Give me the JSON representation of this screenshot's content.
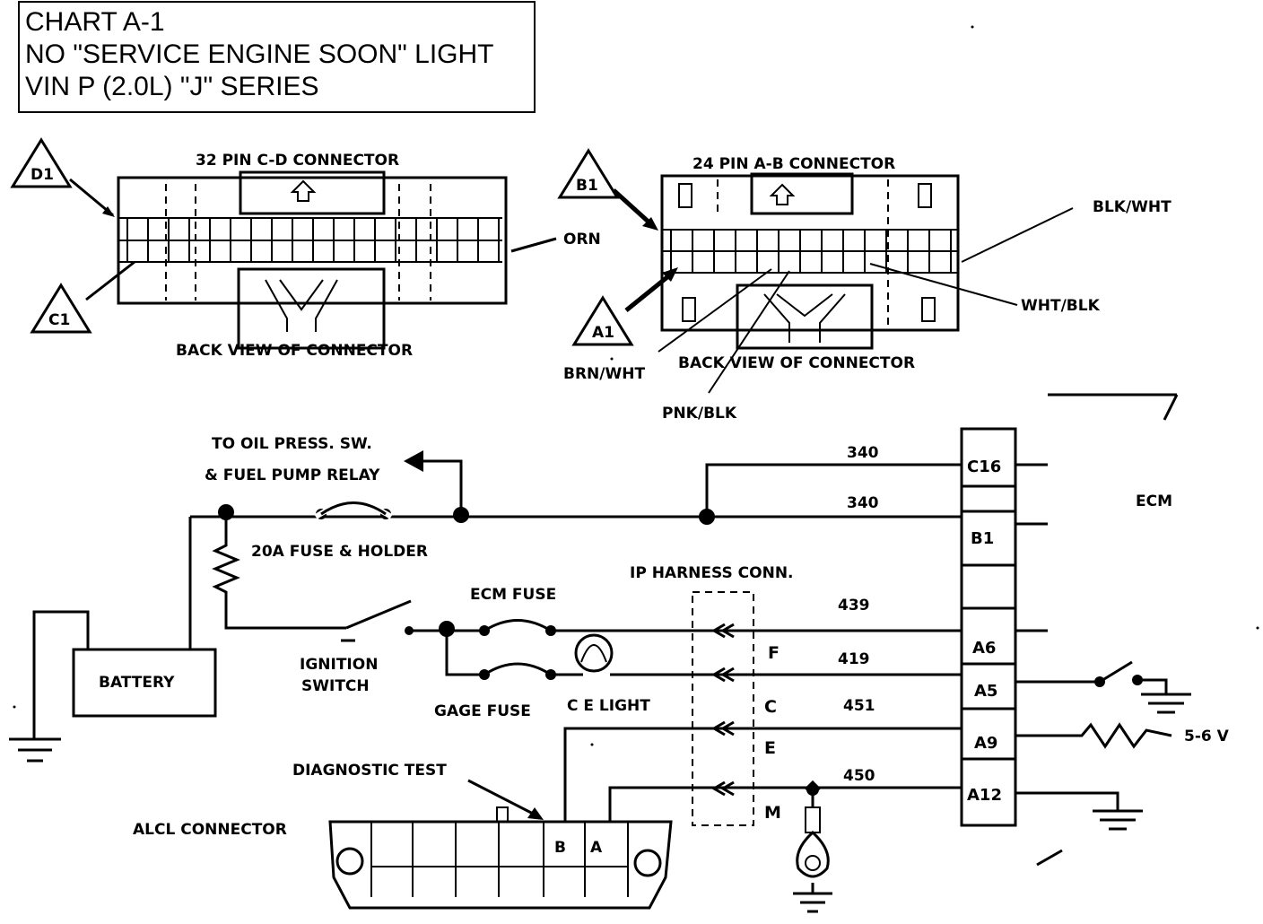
{
  "title": {
    "line1": "CHART A-1",
    "line2": "NO \"SERVICE ENGINE SOON\" LIGHT",
    "line3": "VIN P (2.0L) \"J\" SERIES"
  },
  "connector_cd": {
    "title": "32 PIN C-D  CONNECTOR",
    "caption": "BACK VIEW OF CONNECTOR",
    "marker_top": "D1",
    "marker_bottom": "C1",
    "wire_label": "ORN"
  },
  "connector_ab": {
    "title": "24 PIN A-B  CONNECTOR",
    "caption": "BACK VIEW OF CONNECTOR",
    "marker_top": "B1",
    "marker_bottom": "A1",
    "wire_labels": [
      "BLK/WHT",
      "WHT/BLK",
      "BRN/WHT",
      "PNK/BLK"
    ]
  },
  "schematic": {
    "oil_label_1": "TO OIL PRESS. SW.",
    "oil_label_2": "& FUEL PUMP RELAY",
    "fuse_20a": "20A FUSE & HOLDER",
    "battery": "BATTERY",
    "ignition_1": "IGNITION",
    "ignition_2": "SWITCH",
    "ecm_fuse": "ECM FUSE",
    "gage_fuse": "GAGE FUSE",
    "ce_light": "C E LIGHT",
    "ip_harness": "IP HARNESS  CONN.",
    "harness_letters": [
      "F",
      "C",
      "E",
      "M"
    ],
    "circuits": [
      "340",
      "340",
      "439",
      "419",
      "451",
      "450"
    ],
    "ecm": "ECM",
    "ecm_pins": [
      "C16",
      "B1",
      "A6",
      "A5",
      "A9",
      "A12"
    ],
    "voltage": "5-6 V",
    "diag_test": "DIAGNOSTIC TEST",
    "alcl": "ALCL CONNECTOR",
    "alcl_pins": [
      "B",
      "A"
    ]
  }
}
